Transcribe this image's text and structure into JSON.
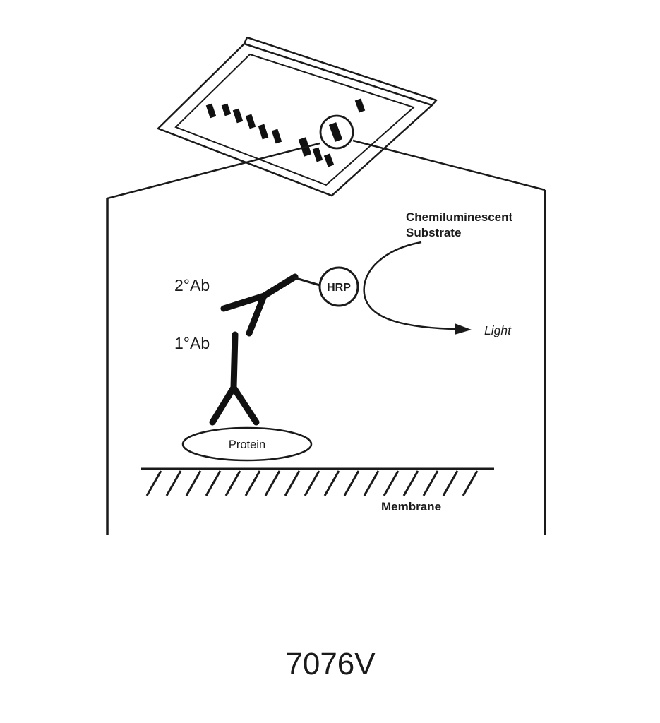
{
  "diagram": {
    "title_hidden": "",
    "labels": {
      "substrate_line1": "Chemiluminescent",
      "substrate_line2": "Substrate",
      "light": "Light",
      "secondary_antibody": "2°Ab",
      "primary_antibody": "1°Ab",
      "enzyme": "HRP",
      "protein": "Protein",
      "membrane": "Membrane",
      "catalog_number": "7076V"
    },
    "colors": {
      "ink": "#1a1a1a",
      "background": "#ffffff"
    }
  }
}
